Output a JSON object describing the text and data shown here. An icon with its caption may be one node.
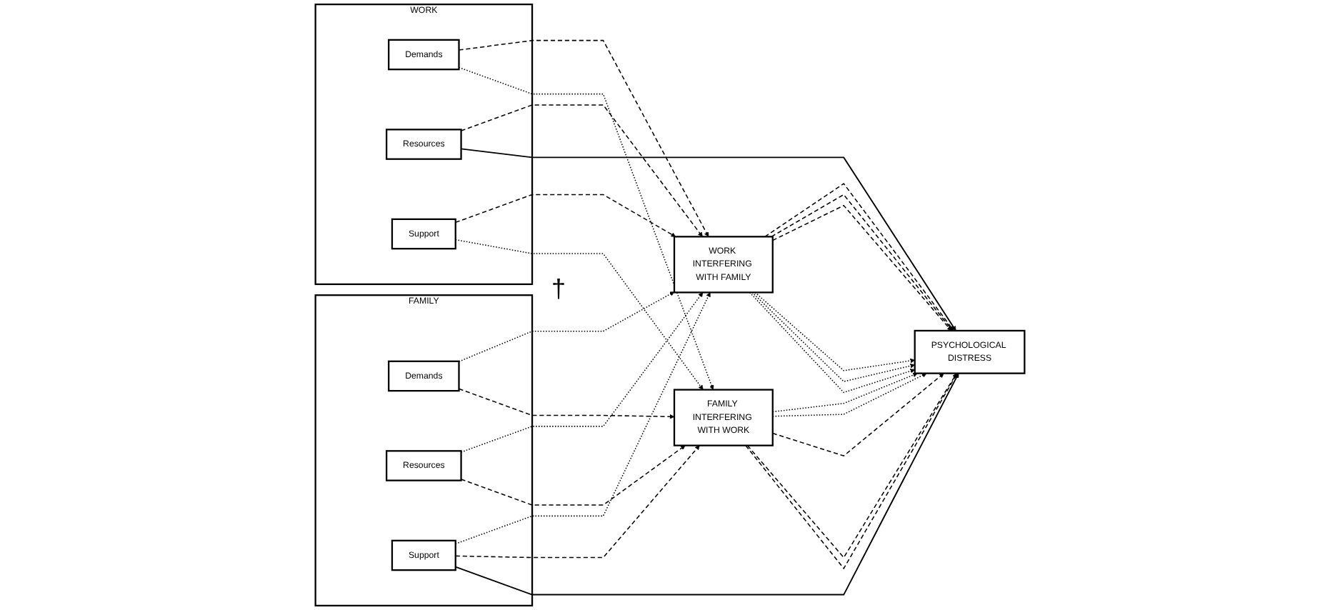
{
  "diagram": {
    "nodes": [
      {
        "text": [
          "WORK"
        ]
      },
      {
        "text": [
          "Demands"
        ],
        "in": 0
      },
      {
        "text": [
          "Resources"
        ],
        "in": 0
      },
      {
        "text": [
          "Support"
        ],
        "in": 0
      },
      {
        "text": [
          "FAMILY"
        ]
      },
      {
        "text": [
          "Demands"
        ],
        "in": 4
      },
      {
        "text": [
          "Resources"
        ],
        "in": 4
      },
      {
        "text": [
          "Support"
        ],
        "in": 4
      },
      {
        "text": [
          "WORK INTERFERING WITH FAMILY"
        ]
      },
      {
        "text": [
          "FAMILY INTERFERING WITH WORK"
        ]
      },
      {
        "text": [
          "PSYCHOLOGICAL DISTRESS"
        ]
      }
    ],
    "edges": [
      {
        "from": 1,
        "to": 8,
        "arrow": "to",
        "style": "dashed"
      },
      {
        "from": 2,
        "to": 8,
        "arrow": "to",
        "style": "dashed"
      },
      {
        "from": 3,
        "to": 8,
        "arrow": "to",
        "style": "dashed"
      },
      {
        "from": 1,
        "to": 9,
        "arrow": "to",
        "style": "dashed"
      },
      {
        "from": 3,
        "to": 9,
        "arrow": "to",
        "style": "dashed"
      },
      {
        "from": 5,
        "to": 8,
        "arrow": "to",
        "style": "dashed"
      },
      {
        "from": 6,
        "to": 8,
        "arrow": "to",
        "style": "dashed"
      },
      {
        "from": 7,
        "to": 8,
        "arrow": "to",
        "style": "dashed"
      },
      {
        "from": 5,
        "to": 9,
        "arrow": "to",
        "style": "dashed"
      },
      {
        "from": 6,
        "to": 9,
        "arrow": "to",
        "style": "dashed"
      },
      {
        "from": 7,
        "to": 9,
        "arrow": "to",
        "style": "dashed"
      },
      {
        "from": 8,
        "to": 10,
        "arrow": "to",
        "style": "dashed"
      },
      {
        "from": 8,
        "to": 10,
        "arrow": "to",
        "style": "dashed"
      },
      {
        "from": 8,
        "to": 10,
        "arrow": "to",
        "style": "dashed"
      },
      {
        "from": 8,
        "to": 10,
        "arrow": "to",
        "style": "dashed"
      },
      {
        "from": 8,
        "to": 10,
        "arrow": "to",
        "style": "dashed"
      },
      {
        "from": 8,
        "to": 10,
        "arrow": "to",
        "style": "dashed"
      },
      {
        "from": 9,
        "to": 10,
        "arrow": "to",
        "style": "dashed"
      },
      {
        "from": 9,
        "to": 10,
        "arrow": "to",
        "style": "dashed"
      },
      {
        "from": 9,
        "to": 10,
        "arrow": "to",
        "style": "dashed"
      },
      {
        "from": 9,
        "to": 10,
        "arrow": "to",
        "style": "dashed"
      },
      {
        "from": 9,
        "to": 10,
        "arrow": "to",
        "style": "dashed"
      },
      {
        "from": 2,
        "to": 10,
        "arrow": "to"
      },
      {
        "from": 7,
        "to": 10,
        "arrow": "to"
      }
    ],
    "labels": [
      "†"
    ]
  }
}
